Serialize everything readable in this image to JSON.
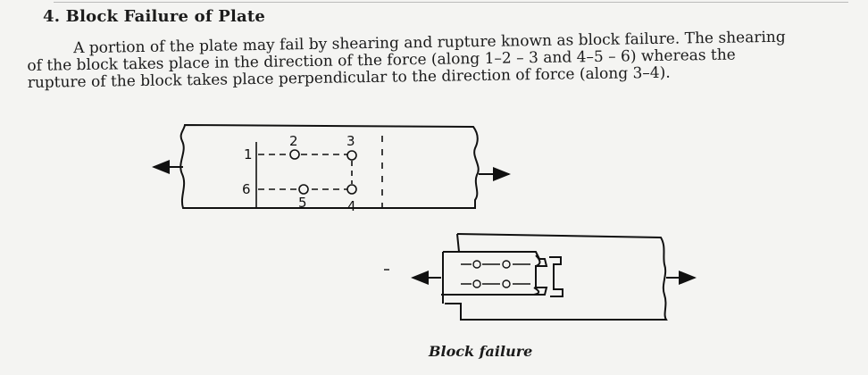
{
  "heading": "4. Block Failure of Plate",
  "paragraph_lines": [
    "A portion of the plate may fail by shearing and rupture known as block failure. The shearing",
    "of the block takes place in the direction of the force (along 1–2 – 3 and 4–5 – 6) whereas the",
    "rupture of the block takes place perpendicular to the direction of force (along 3–4)."
  ],
  "figure": {
    "labels": {
      "p1": "1",
      "p2": "2",
      "p3": "3",
      "p4": "4",
      "p5": "5",
      "p6": "6"
    }
  },
  "caption": "Block failure"
}
